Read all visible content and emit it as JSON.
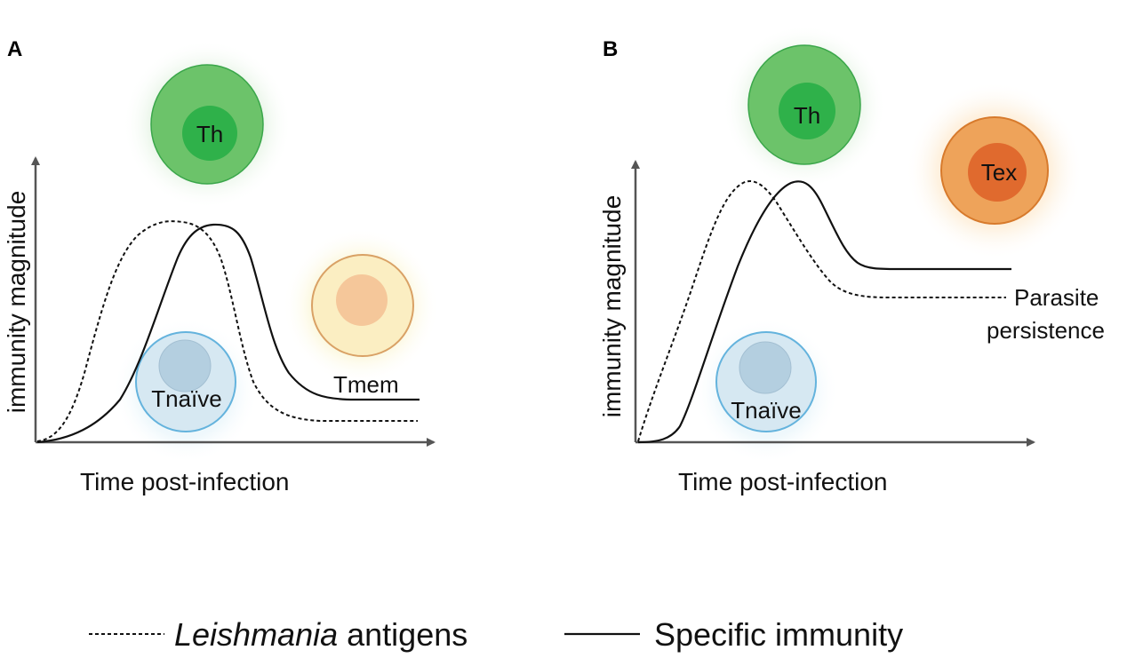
{
  "panels": {
    "a": {
      "letter": "A",
      "y_label": "immunity magnitude",
      "x_label": "Time post-infection",
      "cells": {
        "th": "Th",
        "naive": "Tnaïve",
        "mem": "Tmem"
      }
    },
    "b": {
      "letter": "B",
      "y_label": "immunity magnitude",
      "x_label": "Time post-infection",
      "cells": {
        "th": "Th",
        "naive": "Tnaïve",
        "ex": "Tex"
      },
      "annotation_line1": "Parasite",
      "annotation_line2": "persistence"
    }
  },
  "legend": {
    "antigen_italic": "Leishmania",
    "antigen_rest": " antigens",
    "immunity": "Specific immunity"
  },
  "colors": {
    "th_glow": "#7cc576",
    "th_outer": "#6cc36a",
    "th_inner": "#2fb14a",
    "naive_glow": "#bfe3f2",
    "naive_outer": "#d6e8f2",
    "naive_inner": "#b4cfe0",
    "naive_stroke": "#64b3dd",
    "mem_glow": "#f2e27a",
    "mem_outer": "#fbeec2",
    "mem_inner": "#f5c79a",
    "mem_stroke": "#d9a165",
    "ex_glow": "#f8c07a",
    "ex_outer": "#eea35a",
    "ex_inner": "#e06a2e",
    "ex_stroke": "#d77a2c",
    "axis": "#555555",
    "curve": "#111111"
  }
}
